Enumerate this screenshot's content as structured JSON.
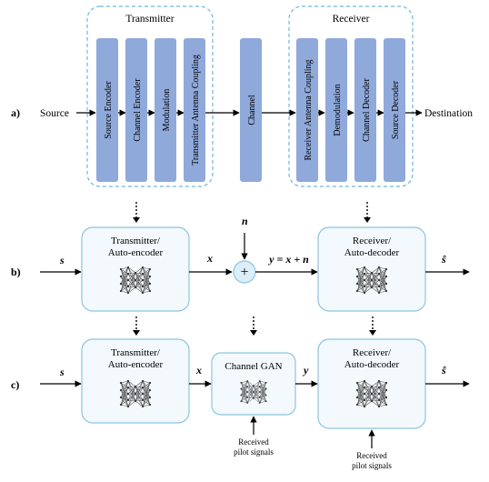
{
  "row_labels": {
    "a": "a)",
    "b": "b)",
    "c": "c)"
  },
  "row_a": {
    "source": "Source",
    "destination": "Destination",
    "transmitter_title": "Transmitter",
    "receiver_title": "Receiver",
    "transmitter_blocks": [
      "Source Encoder",
      "Channel Encoder",
      "Modulation",
      "Transmitter Antenna Coupling"
    ],
    "channel_block": "Channel",
    "receiver_blocks": [
      "Receiver Antenna Coupling",
      "Demodulation",
      "Channel Decoder",
      "Source Decoder"
    ]
  },
  "row_b": {
    "input_symbol": "s",
    "encoder_label_1": "Transmitter/",
    "encoder_label_2": "Auto-encoder",
    "x_symbol": "x",
    "noise_symbol": "n",
    "plus_symbol": "+",
    "equation": "y = x + n",
    "decoder_label_1": "Receiver/",
    "decoder_label_2": "Auto-decoder",
    "output_symbol": "ŝ"
  },
  "row_c": {
    "input_symbol": "s",
    "encoder_label_1": "Transmitter/",
    "encoder_label_2": "Auto-encoder",
    "x_symbol": "x",
    "gan_label": "Channel GAN",
    "y_symbol": "y",
    "gan_pilot_1": "Received",
    "gan_pilot_2": "pilot signals",
    "decoder_label_1": "Receiver/",
    "decoder_label_2": "Auto-decoder",
    "output_symbol": "ŝ",
    "decoder_pilot_1": "Received",
    "decoder_pilot_2": "pilot signals"
  },
  "colors": {
    "block_fill": "#8fa9db",
    "dashed_border": "#6fb6dd",
    "rounded_fill": "#f3f9fc",
    "rounded_border": "#8cc5e0",
    "line": "#000000"
  }
}
